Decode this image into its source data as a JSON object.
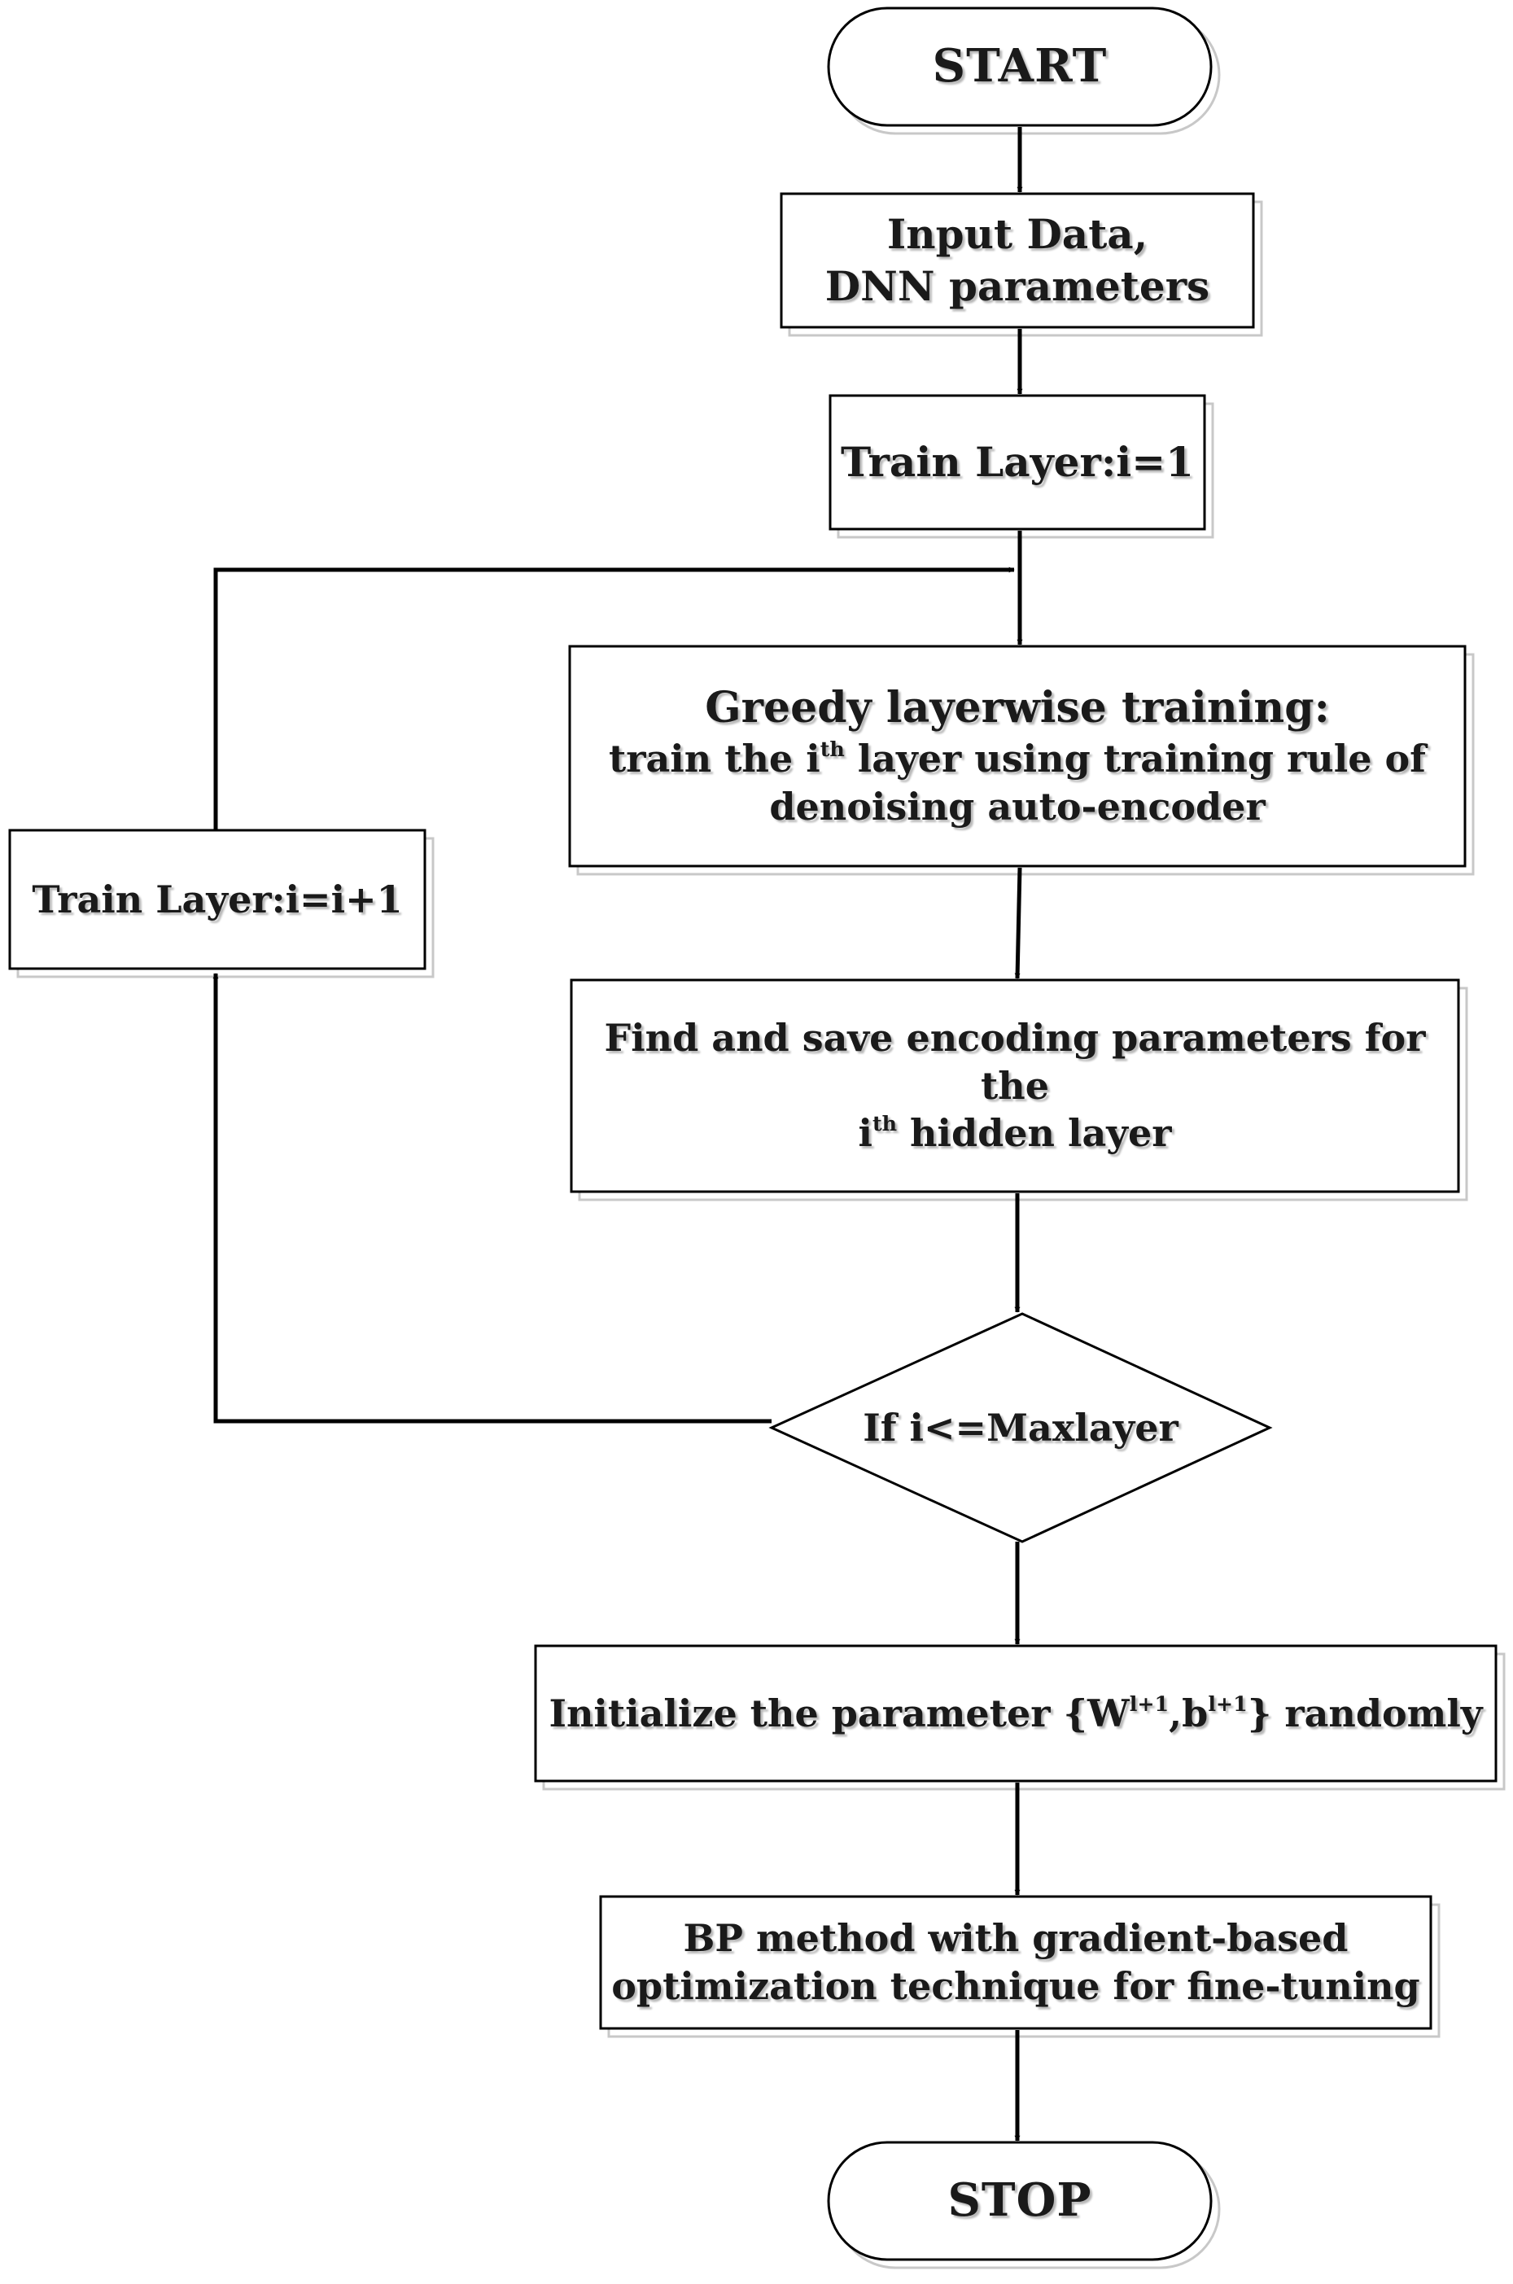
{
  "nodes": {
    "start": {
      "label": "START"
    },
    "input": {
      "line1": "Input Data,",
      "line2": "DNN parameters"
    },
    "train_first": {
      "label": "Train Layer:i=1"
    },
    "greedy": {
      "title": "Greedy layerwise training:",
      "line2_pre": "train the i",
      "line2_sup": "th",
      "line2_post": " layer using training rule of",
      "line3": "denoising auto-encoder"
    },
    "find": {
      "line1": "Find and save encoding parameters for the",
      "line2_pre": "i",
      "line2_sup": "th",
      "line2_post": " hidden layer"
    },
    "decision": {
      "label": "If i<=Maxlayer"
    },
    "train_next": {
      "label": "Train Layer:i=i+1"
    },
    "init": {
      "pre": "Initialize the parameter {W",
      "sup1": "l+1",
      "mid": ",b",
      "sup2": "l+1",
      "post": "} randomly"
    },
    "bp": {
      "line1": "BP method with gradient-based",
      "line2": "optimization technique for fine-tuning"
    },
    "stop": {
      "label": "STOP"
    }
  },
  "colors": {
    "stroke": "#000000",
    "fill": "#ffffff",
    "text": "#1a1a1a"
  }
}
